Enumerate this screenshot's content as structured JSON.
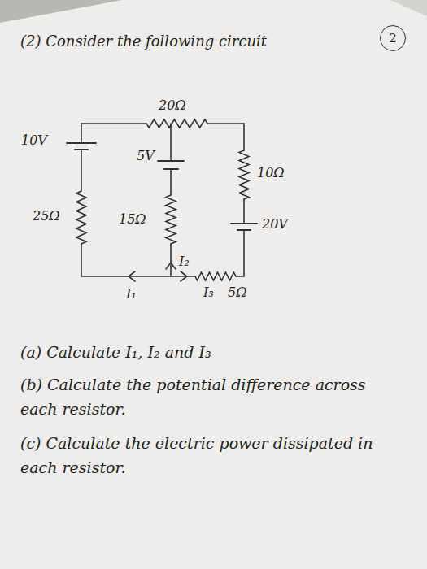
{
  "diagram": {
    "nodes": [
      {
        "text": [
          "2"
        ]
      }
    ],
    "labels": [
      "(2) Consider the following circuit",
      "20Ω",
      "10V",
      "5V",
      "10Ω",
      "25Ω",
      "15Ω",
      "I₂",
      "20V",
      "I₁",
      "I₃",
      "5Ω",
      "(a) Calculate I₁, I₂ and I₃",
      "(b) Calculate the potential difference across each resistor.",
      "(c) Calculate the electric power dissipated in each resistor."
    ]
  }
}
